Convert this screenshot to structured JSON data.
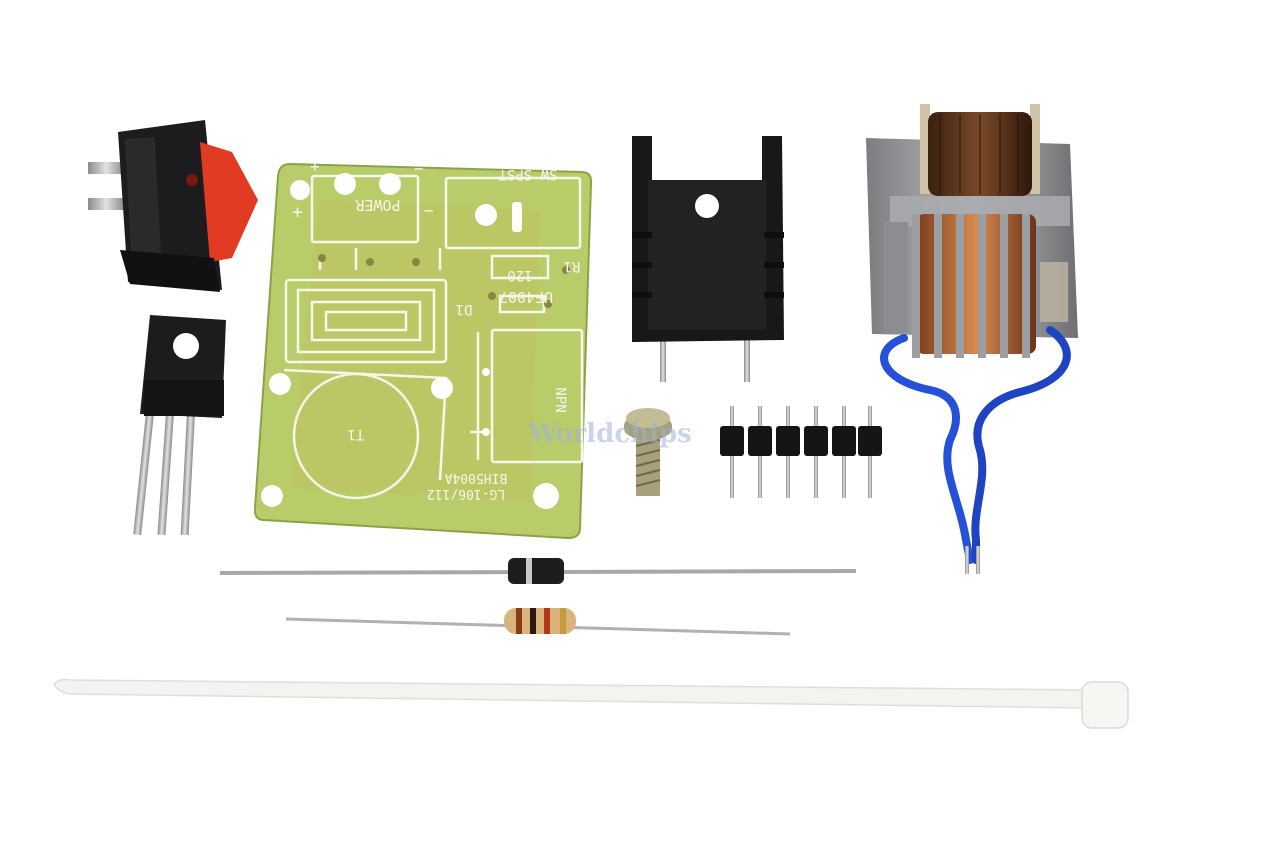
{
  "pcb": {
    "labels": {
      "power": "POWER",
      "sw": "SW SPST",
      "r1": "R1",
      "r1_value": "120",
      "uf": "UF4007",
      "d1": "D1",
      "npn": "NPN",
      "t1": "T1",
      "part": "BIH5004A",
      "model": "LG-106/112",
      "plus": "+",
      "minus": "−"
    }
  },
  "watermark": {
    "text": "Worldchips"
  },
  "colors": {
    "background": "#ffffff",
    "pcb_fill": "#b8cc6a",
    "pcb_edge": "#8aa34a",
    "silkscreen": "#f4f7ea",
    "switch_red": "#e23b24",
    "copper": "#b86a3a",
    "wire_blue": "#2550d8",
    "zip_tie": "#f3f3f0",
    "component_black": "#1c1c1e"
  }
}
